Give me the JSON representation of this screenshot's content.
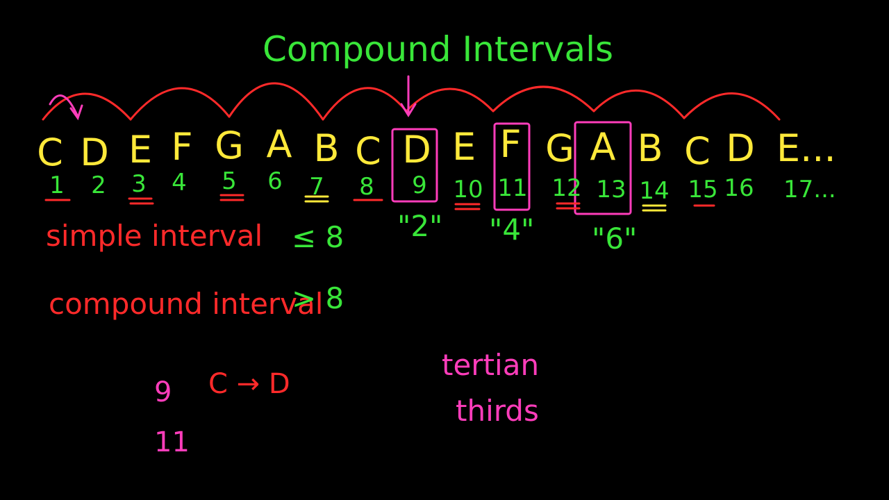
{
  "title": "Compound Intervals",
  "notes": [
    "C",
    "D",
    "E",
    "F",
    "G",
    "A",
    "B",
    "C",
    "D",
    "E",
    "F",
    "G",
    "A",
    "B",
    "C",
    "D",
    "E..."
  ],
  "numbers": [
    "1",
    "2",
    "3",
    "4",
    "5",
    "6",
    "7",
    "8",
    "9",
    "10",
    "11",
    "12",
    "13",
    "14",
    "15",
    "16",
    "17..."
  ],
  "compound_simple": [
    "\"2\"",
    "\"4\"",
    "\"6\""
  ],
  "simple_interval": {
    "text": "simple interval",
    "rule": "≤ 8"
  },
  "compound_interval": {
    "text": "compound interval",
    "rule": "> 8"
  },
  "examples": {
    "nine": "9",
    "c_to_d": "C → D",
    "eleven": "11"
  },
  "words": {
    "tertian": "tertian",
    "thirds": "thirds"
  },
  "colors": {
    "background": "#000000",
    "title": "#39e639",
    "notes": "#ffe93a",
    "numbers": "#39e639",
    "arcs": "#ff2a2a",
    "boxes": "#ff3dbb",
    "red_text": "#ff2a2a",
    "pink_text": "#ff3dbb"
  }
}
